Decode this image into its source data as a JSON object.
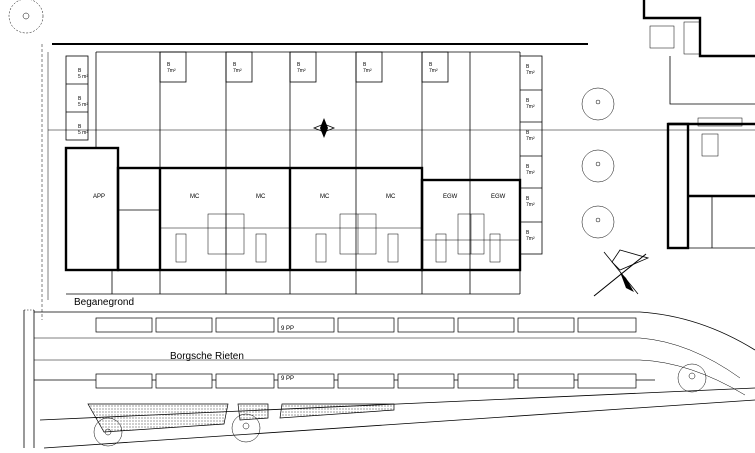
{
  "labels": {
    "street": "Borgsche Rieten",
    "floor": "Beganegrond",
    "parking_top": "9 PP",
    "parking_bottom": "9 PP"
  },
  "storage": {
    "left": [
      "B",
      "5 m²",
      "B",
      "5 m²",
      "B",
      "5 m²"
    ],
    "top": [
      "B",
      "7m²",
      "B",
      "7m²",
      "B",
      "7m²",
      "B",
      "7m²",
      "B",
      "7m²"
    ],
    "right": [
      "B",
      "7m²",
      "B",
      "7m²",
      "B",
      "7m²",
      "B",
      "7m²",
      "B",
      "7m²",
      "B",
      "7m²"
    ]
  },
  "units": [
    "APP",
    "MC",
    "MC",
    "MC",
    "MC",
    "EGW",
    "EGW"
  ]
}
